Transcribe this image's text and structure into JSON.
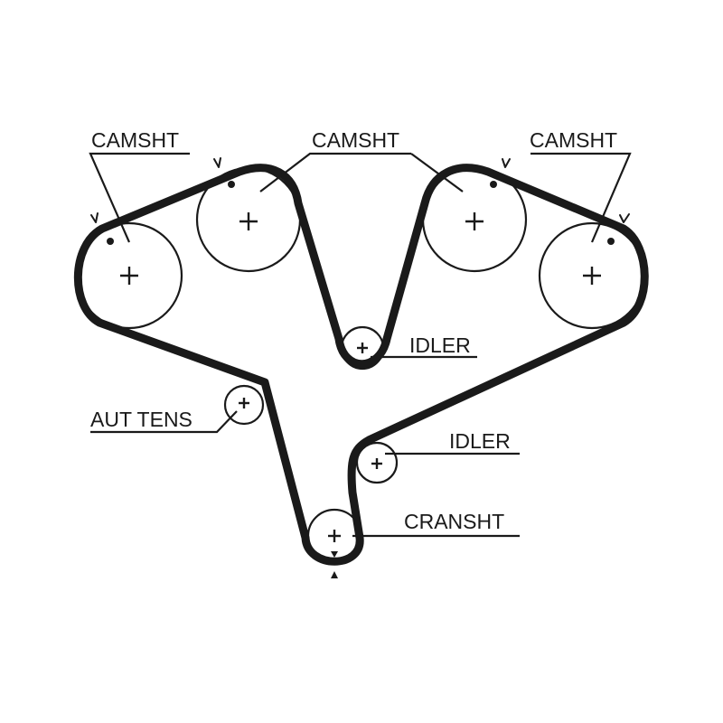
{
  "labels": {
    "camshaft_left": "CAMSHT",
    "camshaft_center": "CAMSHT",
    "camshaft_right": "CAMSHT",
    "idler_upper": "IDLER",
    "idler_lower": "IDLER",
    "auto_tensioner": "AUT TENS",
    "crankshaft": "CRANSHT"
  },
  "colors": {
    "ink": "#1a1a1a",
    "background": "#ffffff"
  }
}
